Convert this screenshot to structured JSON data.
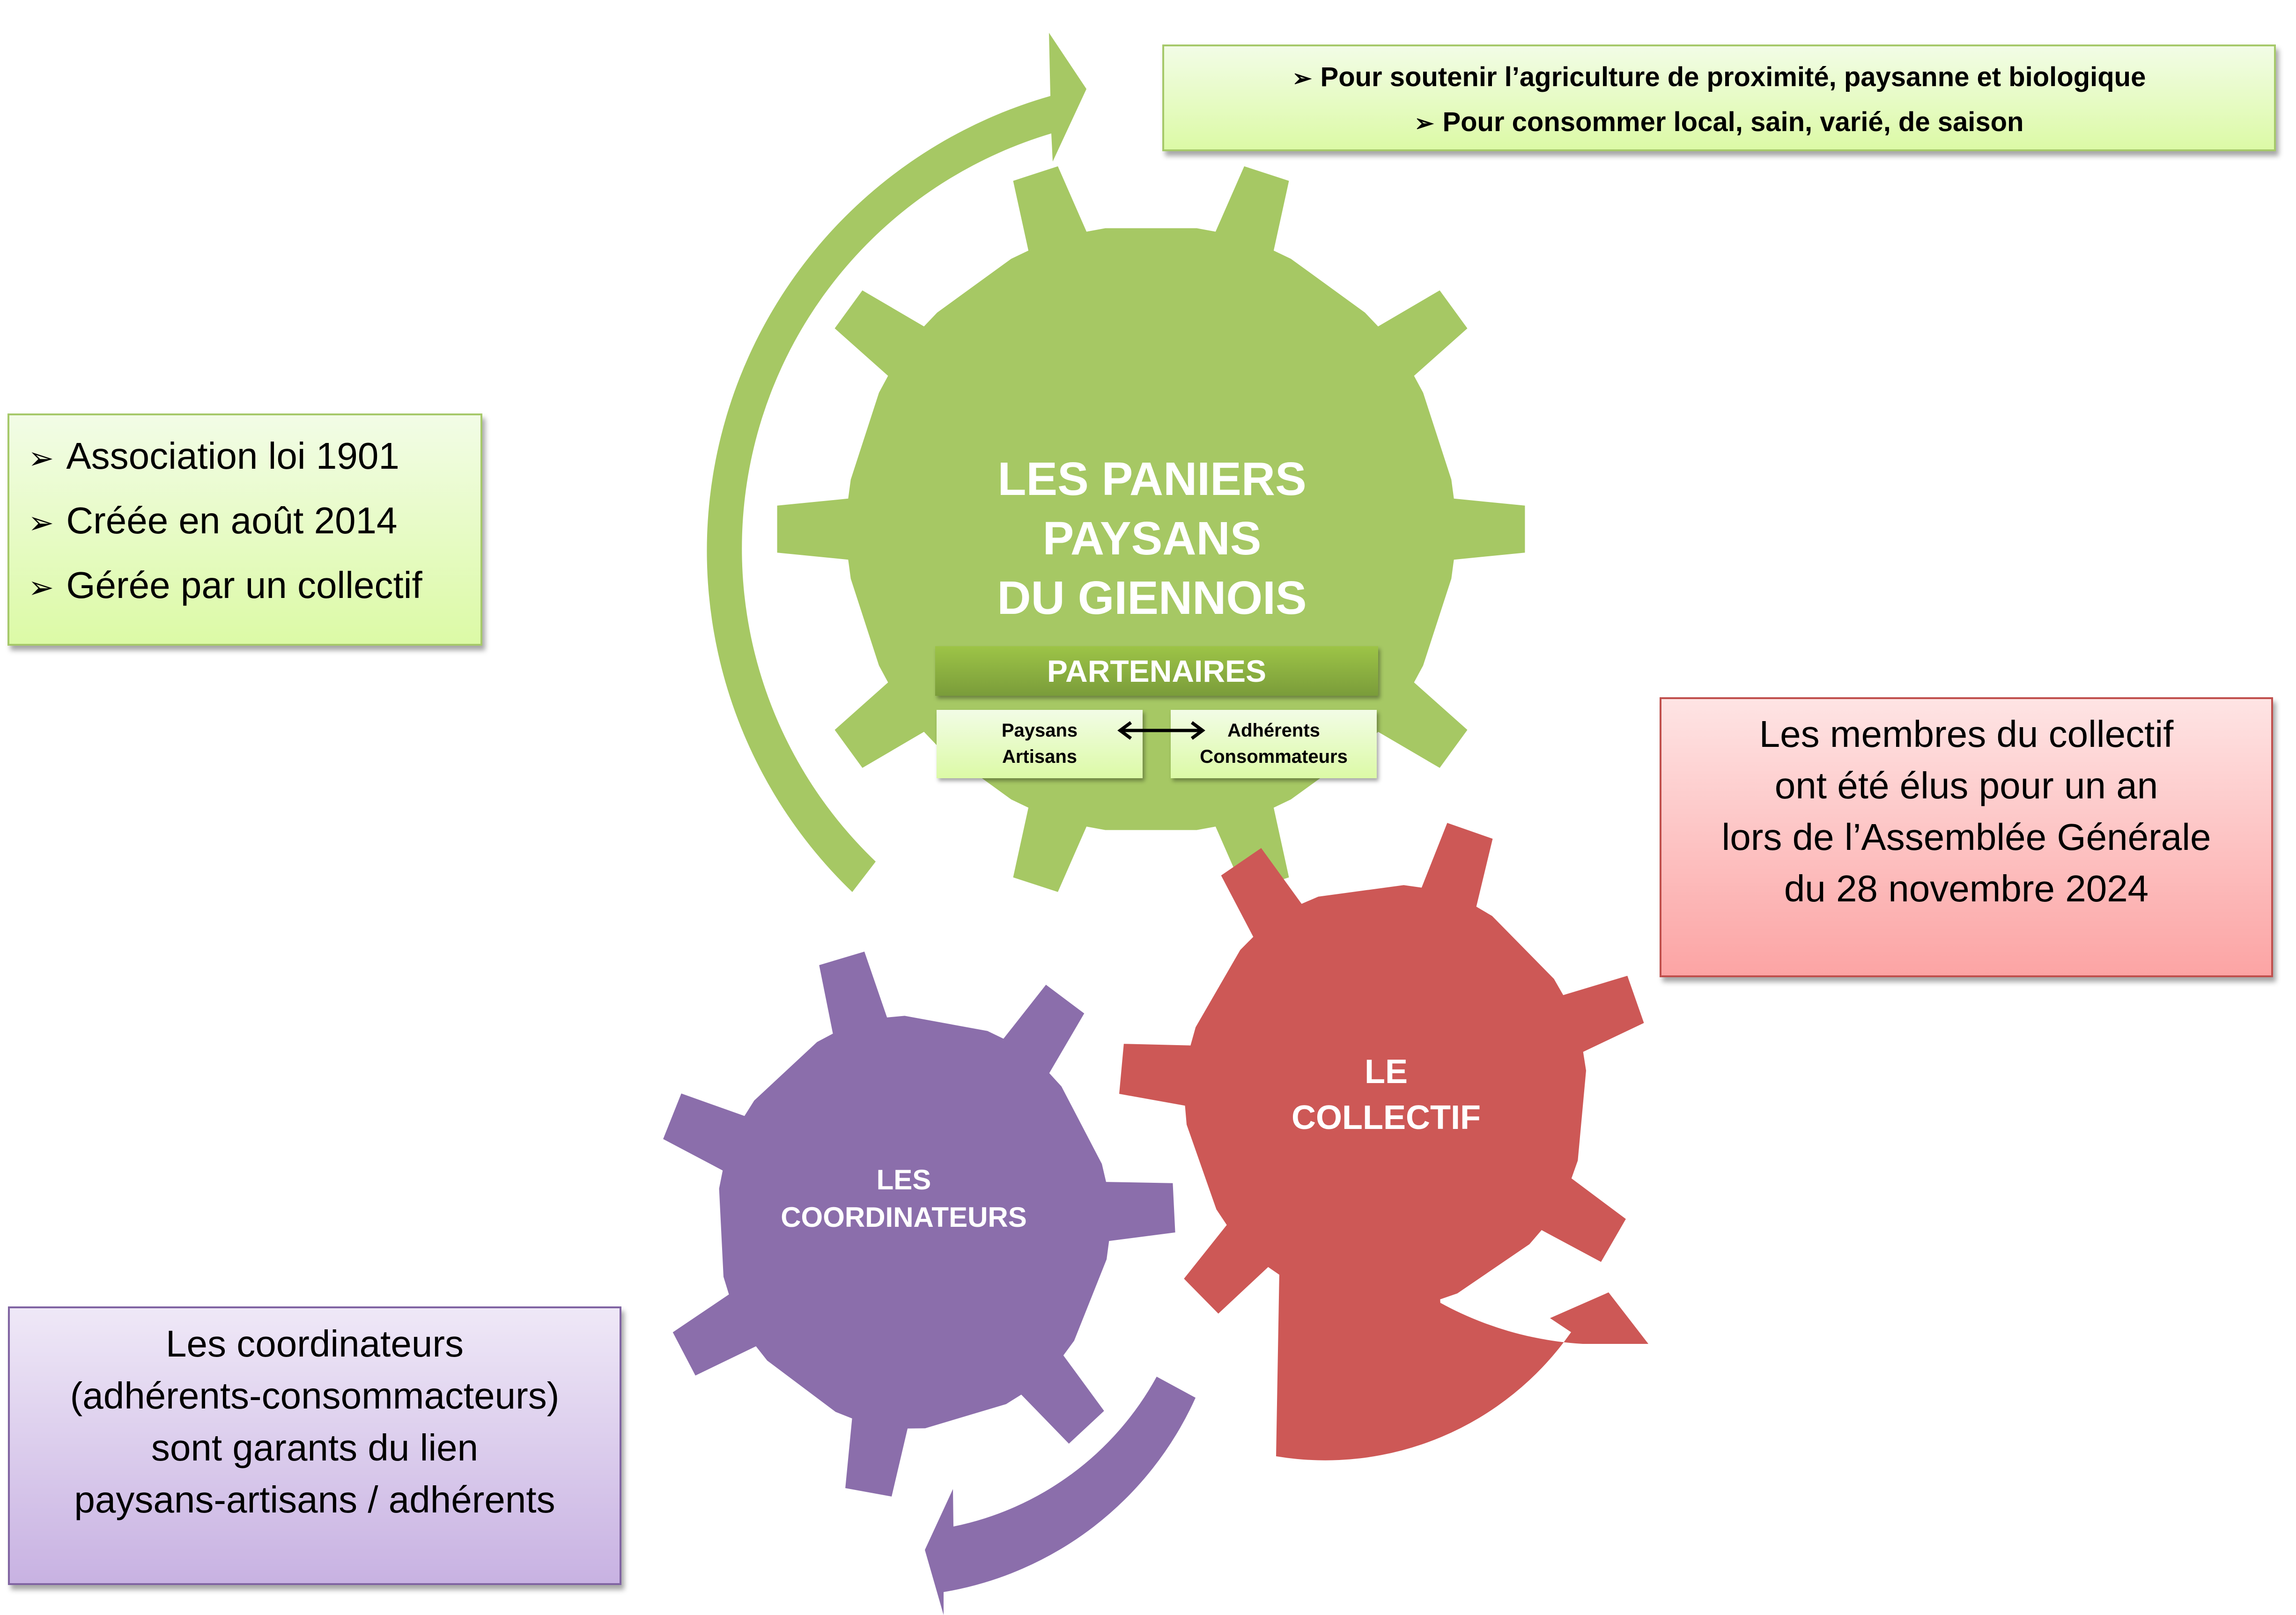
{
  "goals": {
    "items": [
      "Pour soutenir l’agriculture de proximité, paysanne et biologique",
      "Pour consommer local, sain, varié, de saison"
    ],
    "bullet_icon": "arrowhead-bullet-icon"
  },
  "info": {
    "items": [
      "Association loi 1901",
      "Créée en août 2014",
      "Gérée par un collectif"
    ],
    "bullet_icon": "arrowhead-bullet-icon"
  },
  "main_gear": {
    "title_lines": [
      "LES PANIERS",
      "PAYSANS",
      "DU GIENNOIS"
    ],
    "color": "#a6c864"
  },
  "partenaires": {
    "header": "PARTENAIRES",
    "left_lines": [
      "Paysans",
      "Artisans"
    ],
    "right_lines": [
      "Adhérents",
      "Consommateurs"
    ],
    "link_icon": "double-arrow-icon"
  },
  "collectif_gear": {
    "title_lines": [
      "LE",
      "COLLECTIF"
    ],
    "color": "#cd5856"
  },
  "coord_gear": {
    "title_lines": [
      "LES",
      "COORDINATEURS"
    ],
    "color": "#8b6eab"
  },
  "collectif_note": {
    "lines": [
      "Les membres du collectif",
      "ont été élus pour un an",
      "lors de l’Assemblée Générale",
      "du 28 novembre 2024"
    ]
  },
  "coord_note": {
    "lines": [
      "Les coordinateurs",
      "(adhérents-consommacteurs)",
      "sont garants du lien",
      "paysans-artisans / adhérents"
    ]
  },
  "colors": {
    "green": "#a6c864",
    "red": "#cd5856",
    "purple": "#8b6eab"
  }
}
